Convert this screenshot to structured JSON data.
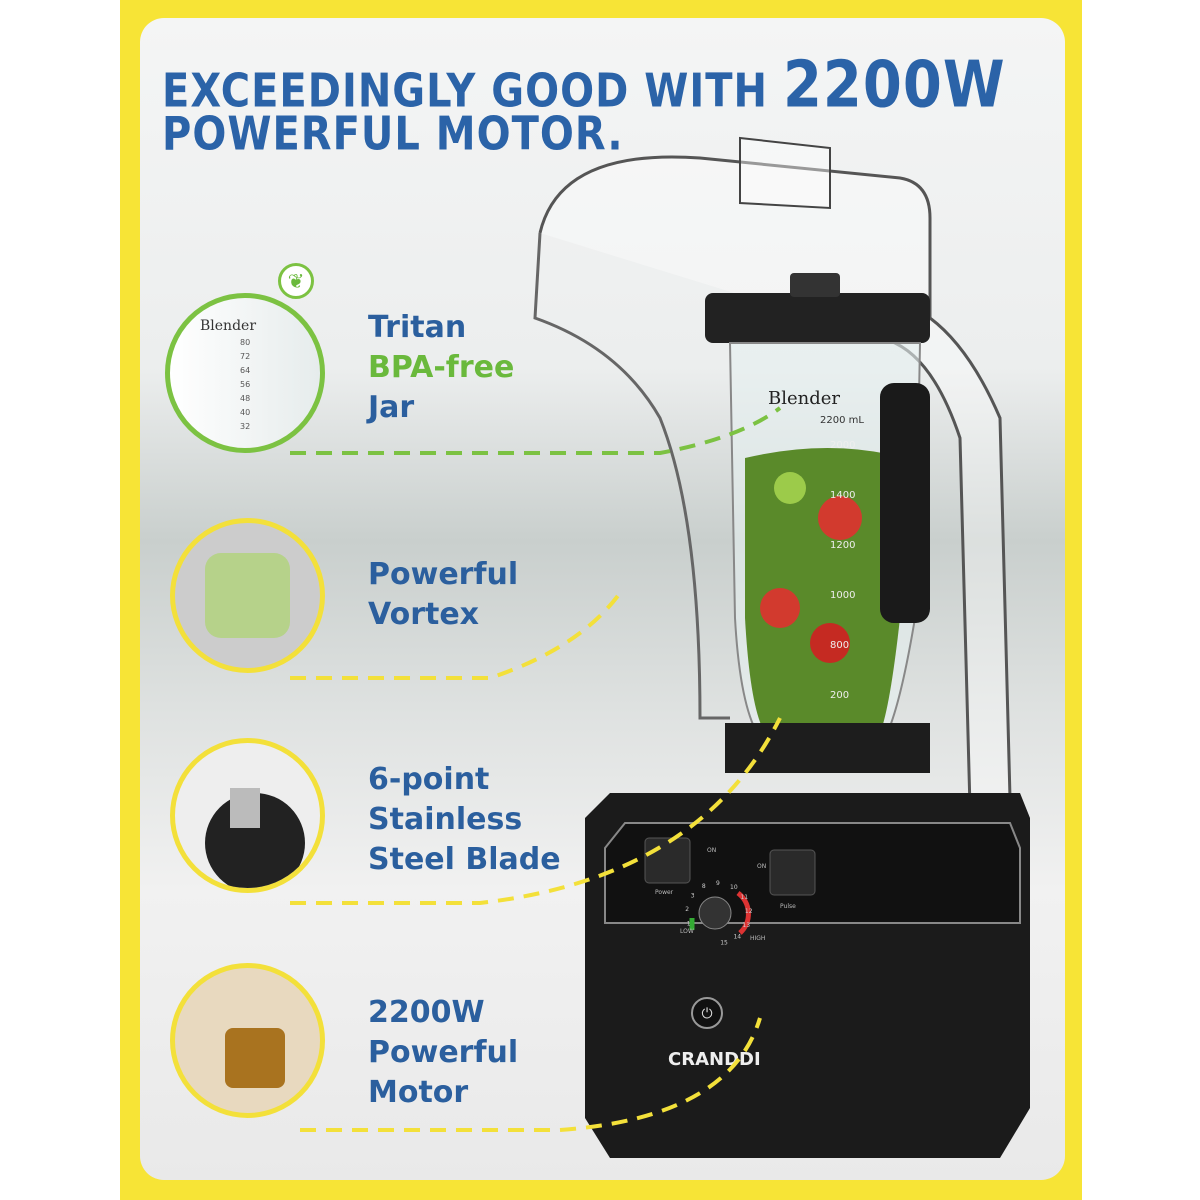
{
  "headline": {
    "line1_prefix": "EXCEEDINGLY GOOD WITH ",
    "line1_power": "2200W",
    "line2": "POWERFUL MOTOR."
  },
  "features": [
    {
      "lines": [
        "Tritan",
        "BPA-free",
        "Jar"
      ],
      "highlight_index": 1,
      "border_color": "#7cc242"
    },
    {
      "lines": [
        "Powerful",
        "Vortex"
      ],
      "border_color": "#f3e03a"
    },
    {
      "lines": [
        "6-point",
        "Stainless",
        "Steel Blade"
      ],
      "border_color": "#f3e03a"
    },
    {
      "lines": [
        "2200W",
        "Powerful",
        "Motor"
      ],
      "border_color": "#f3e03a"
    }
  ],
  "jar": {
    "brand": "Blender",
    "capacity": "2200 mL",
    "marks": [
      "2000",
      "1400",
      "1200",
      "1000",
      "800",
      "200"
    ]
  },
  "inset_jar": {
    "brand": "Blender",
    "marks": [
      "80",
      "72",
      "64",
      "56",
      "48",
      "40",
      "32"
    ]
  },
  "control_panel": {
    "power_label": "Power",
    "pulse_label": "Pulse",
    "on_label": "ON",
    "low_label": "LOW",
    "high_label": "HIGH",
    "dial_numbers": [
      "1",
      "2",
      "3",
      "8",
      "9",
      "10",
      "11",
      "12",
      "13",
      "14",
      "15"
    ]
  },
  "brand": "CRANDDI",
  "colors": {
    "frame": "#f7e436",
    "title": "#2b63a8",
    "label": "#2b5f9e",
    "accent_green": "#6ab93c",
    "dash_yellow": "#f3e03a"
  }
}
